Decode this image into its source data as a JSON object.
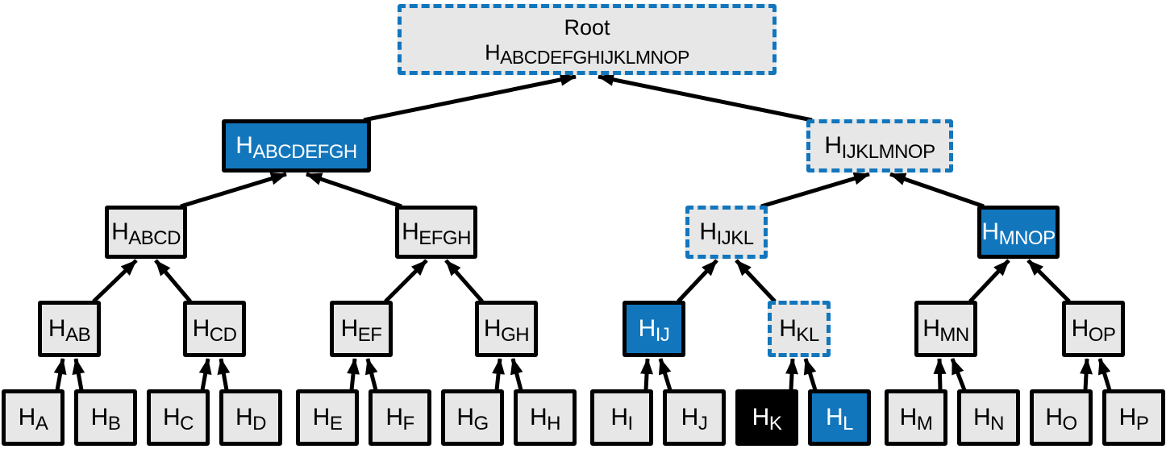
{
  "colors": {
    "highlight_blue": "#1276bd",
    "node_gray": "#e7e7e7",
    "target_black": "#000000",
    "edge_black": "#000000"
  },
  "nodes": {
    "root": {
      "title": "Root",
      "prefix": "H",
      "sub": "ABCDEFGHIJKLMNOP"
    },
    "h_abcdefgh": {
      "prefix": "H",
      "sub": "ABCDEFGH"
    },
    "h_ijklmnop": {
      "prefix": "H",
      "sub": "IJKLMNOP"
    },
    "h_abcd": {
      "prefix": "H",
      "sub": "ABCD"
    },
    "h_efgh": {
      "prefix": "H",
      "sub": "EFGH"
    },
    "h_ijkl": {
      "prefix": "H",
      "sub": "IJKL"
    },
    "h_mnop": {
      "prefix": "H",
      "sub": "MNOP"
    },
    "h_ab": {
      "prefix": "H",
      "sub": "AB"
    },
    "h_cd": {
      "prefix": "H",
      "sub": "CD"
    },
    "h_ef": {
      "prefix": "H",
      "sub": "EF"
    },
    "h_gh": {
      "prefix": "H",
      "sub": "GH"
    },
    "h_ij": {
      "prefix": "H",
      "sub": "IJ"
    },
    "h_kl": {
      "prefix": "H",
      "sub": "KL"
    },
    "h_mn": {
      "prefix": "H",
      "sub": "MN"
    },
    "h_op": {
      "prefix": "H",
      "sub": "OP"
    },
    "h_a": {
      "prefix": "H",
      "sub": "A"
    },
    "h_b": {
      "prefix": "H",
      "sub": "B"
    },
    "h_c": {
      "prefix": "H",
      "sub": "C"
    },
    "h_d": {
      "prefix": "H",
      "sub": "D"
    },
    "h_e": {
      "prefix": "H",
      "sub": "E"
    },
    "h_f": {
      "prefix": "H",
      "sub": "F"
    },
    "h_g": {
      "prefix": "H",
      "sub": "G"
    },
    "h_h": {
      "prefix": "H",
      "sub": "H"
    },
    "h_i": {
      "prefix": "H",
      "sub": "I"
    },
    "h_j": {
      "prefix": "H",
      "sub": "J"
    },
    "h_k": {
      "prefix": "H",
      "sub": "K"
    },
    "h_l": {
      "prefix": "H",
      "sub": "L"
    },
    "h_m": {
      "prefix": "H",
      "sub": "M"
    },
    "h_n": {
      "prefix": "H",
      "sub": "N"
    },
    "h_o": {
      "prefix": "H",
      "sub": "O"
    },
    "h_p": {
      "prefix": "H",
      "sub": "P"
    }
  }
}
